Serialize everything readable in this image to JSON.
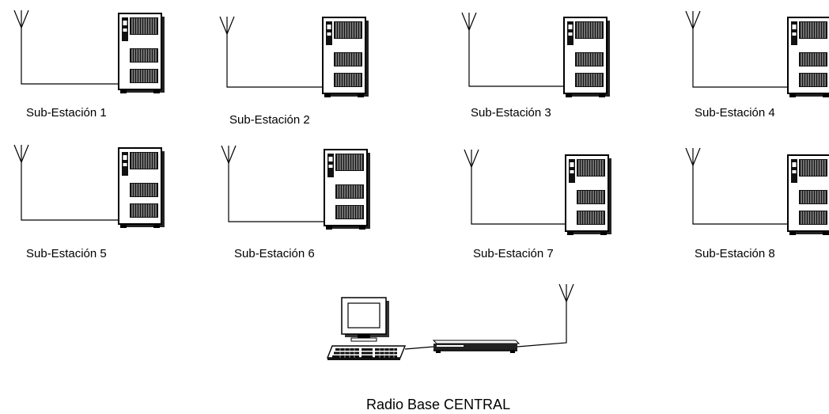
{
  "stations": [
    {
      "label": "Sub-Estación 1"
    },
    {
      "label": "Sub-Estación 2"
    },
    {
      "label": "Sub-Estación 3"
    },
    {
      "label": "Sub-Estación 4"
    },
    {
      "label": "Sub-Estación 5"
    },
    {
      "label": "Sub-Estación 6"
    },
    {
      "label": "Sub-Estación 7"
    },
    {
      "label": "Sub-Estación 8"
    }
  ],
  "central": {
    "label": "Radio Base CENTRAL"
  },
  "colors": {
    "line": "#000000",
    "fill": "#ffffff",
    "shade": "#444444"
  }
}
